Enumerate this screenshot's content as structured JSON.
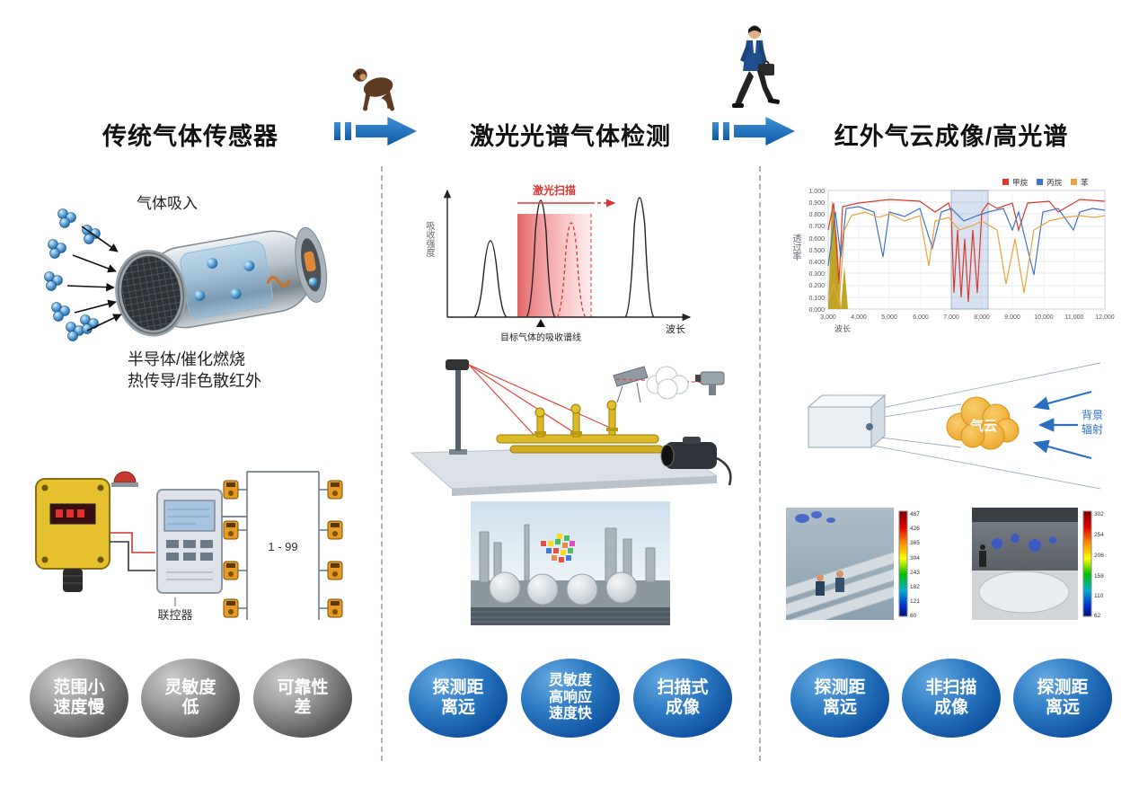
{
  "header": {
    "col1_title": "传统气体传感器",
    "col2_title": "激光光谱气体检测",
    "col3_title": "红外气云成像/高光谱"
  },
  "col1": {
    "inhale_label": "气体吸入",
    "tech_line1": "半导体/催化燃烧",
    "tech_line2": "热传导/非色散红外",
    "network": {
      "range_label": "1 - 99",
      "controller_label": "联控器"
    },
    "badges": [
      {
        "lines": [
          "范围小",
          "速度慢"
        ]
      },
      {
        "lines": [
          "灵敏度",
          "低"
        ]
      },
      {
        "lines": [
          "可靠性",
          "差"
        ]
      }
    ]
  },
  "col2": {
    "chart": {
      "scan_label": "激光扫描",
      "x_label": "波长",
      "y_label": "吸收强度",
      "target_label": "目标气体的吸收谱线"
    },
    "badges": [
      {
        "lines": [
          "探测距",
          "离远"
        ]
      },
      {
        "lines": [
          "灵敏度",
          "高响应",
          "速度快"
        ]
      },
      {
        "lines": [
          "扫描式",
          "成像"
        ]
      }
    ]
  },
  "col3": {
    "chart": {
      "x_label": "波长",
      "y_label": "透过率",
      "legend": [
        {
          "label": "甲烷",
          "color": "#d93a2b"
        },
        {
          "label": "丙烷",
          "color": "#4472c4"
        },
        {
          "label": "苯",
          "color": "#e8a33d"
        }
      ],
      "y_ticks": [
        "1.000",
        "0.900",
        "0.800",
        "0.700",
        "0.600",
        "0.500",
        "0.400",
        "0.300",
        "0.200",
        "0.100",
        "0.000"
      ],
      "x_ticks": [
        "3,000",
        "4,000",
        "5,000",
        "6,000",
        "7,000",
        "8,000",
        "9,000",
        "10,000",
        "11,000",
        "12,000"
      ]
    },
    "cloud": {
      "cloud_label": "气云",
      "radiation_lines": [
        "背景",
        "辐射"
      ]
    },
    "thermal_left_ticks": [
      "487",
      "426",
      "365",
      "304",
      "243",
      "182",
      "121",
      "60"
    ],
    "thermal_right_ticks": [
      "302",
      "254",
      "206",
      "158",
      "110",
      "62"
    ],
    "badges": [
      {
        "lines": [
          "探测距",
          "离远"
        ]
      },
      {
        "lines": [
          "非扫描",
          "成像"
        ]
      },
      {
        "lines": [
          "探测距",
          "离远"
        ]
      }
    ]
  },
  "chart_data": [
    {
      "type": "area",
      "title": "激光扫描与目标气体吸收谱线示意",
      "xlabel": "波长",
      "ylabel": "吸收强度",
      "annotations": [
        "激光扫描",
        "目标气体的吸收谱线"
      ],
      "peaks_x_relative": [
        0.2,
        0.42,
        0.55,
        0.8
      ],
      "scan_band_x_relative": [
        0.3,
        0.62
      ]
    },
    {
      "type": "line",
      "title": "红外波段气体透过率光谱",
      "xlabel": "波长",
      "ylabel": "透过率",
      "xlim": [
        3000,
        12000
      ],
      "ylim": [
        0,
        1
      ],
      "grid": true,
      "legend_position": "top-right",
      "shaded_band_x": [
        7000,
        8200
      ],
      "x": [
        3000,
        3300,
        4000,
        5000,
        6000,
        7000,
        7500,
        8000,
        9000,
        10000,
        11000,
        12000
      ],
      "series": [
        {
          "name": "甲烷",
          "color": "#d93a2b",
          "values": [
            0.7,
            0.25,
            0.93,
            0.95,
            0.93,
            0.88,
            0.2,
            0.55,
            0.94,
            0.92,
            0.95,
            0.93
          ]
        },
        {
          "name": "丙烷",
          "color": "#4472c4",
          "values": [
            0.4,
            0.85,
            0.88,
            0.9,
            0.55,
            0.86,
            0.8,
            0.84,
            0.88,
            0.35,
            0.85,
            0.86
          ]
        },
        {
          "name": "苯",
          "color": "#e8a33d",
          "values": [
            0.1,
            0.3,
            0.8,
            0.84,
            0.82,
            0.78,
            0.74,
            0.76,
            0.45,
            0.25,
            0.8,
            0.8
          ]
        }
      ]
    }
  ]
}
